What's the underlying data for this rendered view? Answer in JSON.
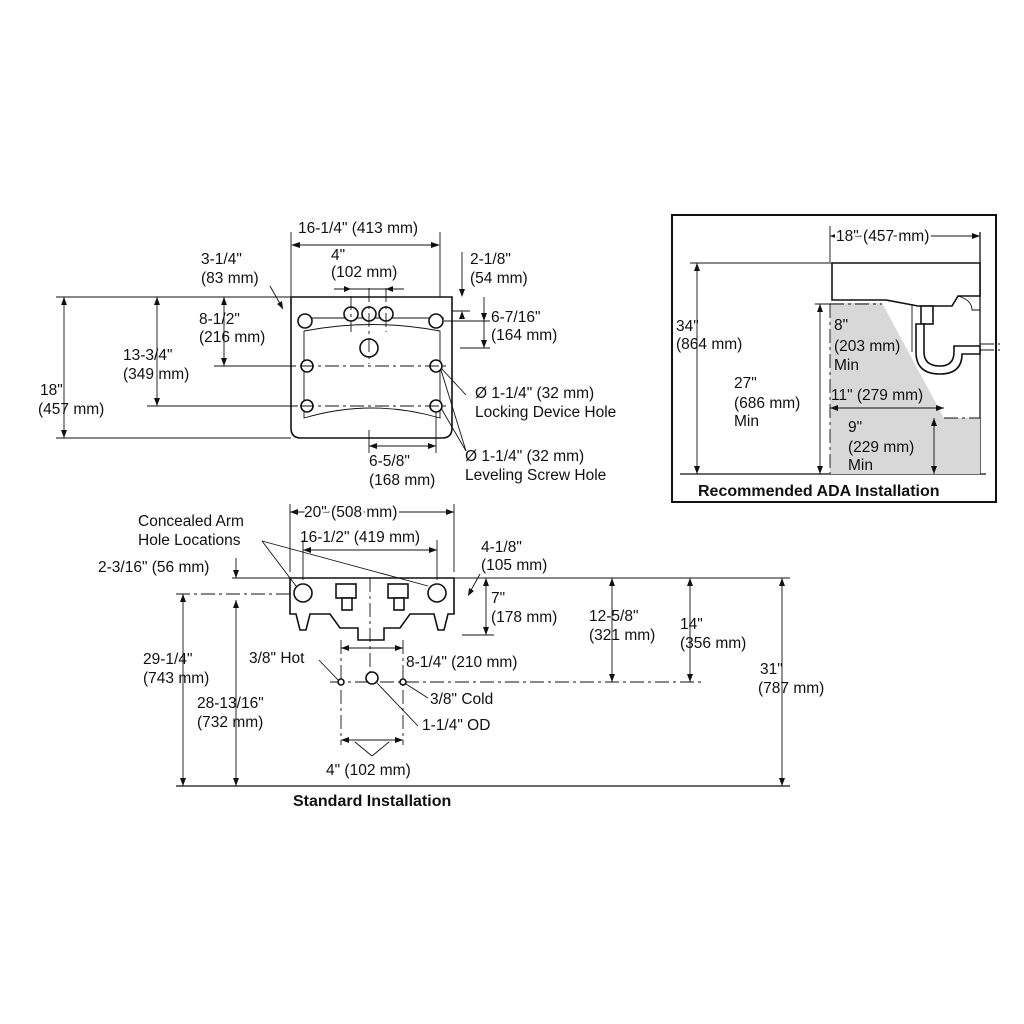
{
  "top_view": {
    "overall_width": "16-1/4\" (413 mm)",
    "faucet_spacing_in": "4\"",
    "faucet_spacing_mm": "(102 mm)",
    "left_offset_in": "3-1/4\"",
    "left_offset_mm": "(83 mm)",
    "back_offset_in": "2-1/8\"",
    "back_offset_mm": "(54 mm)",
    "drain_from_back_in": "8-1/2\"",
    "drain_from_back_mm": "(216 mm)",
    "side_hole_depth_in": "6-7/16\"",
    "side_hole_depth_mm": "(164 mm)",
    "hole_span_in": "13-3/4\"",
    "hole_span_mm": "(349 mm)",
    "overall_depth_in": "18\"",
    "overall_depth_mm": "(457 mm)",
    "locking_hole_size": "Ø 1-1/4\" (32 mm)",
    "locking_hole_label": "Locking Device Hole",
    "leveling_hole_size": "Ø 1-1/4\" (32 mm)",
    "leveling_hole_label": "Leveling Screw Hole",
    "drain_offset_in": "6-5/8\"",
    "drain_offset_mm": "(168 mm)"
  },
  "ada": {
    "title": "Recommended ADA Installation",
    "depth": "18\" (457 mm)",
    "height_in": "34\"",
    "height_mm": "(864 mm)",
    "knee_in": "27\"",
    "knee_mm": "(686 mm)",
    "knee_min": "Min",
    "toe_in": "8\"",
    "toe_mm": "(203 mm)",
    "toe_min": "Min",
    "knee_depth": "11\" (279 mm)",
    "toe_h_in": "9\"",
    "toe_h_mm": "(229 mm)",
    "toe_h_min": "Min"
  },
  "standard": {
    "title": "Standard Installation",
    "arm_label_1": "Concealed Arm",
    "arm_label_2": "Hole Locations",
    "width_20": "20\" (508 mm)",
    "width_16": "16-1/2\" (419 mm)",
    "top_offset": "2-3/16\" (56 mm)",
    "right_offset_in": "4-1/8\"",
    "right_offset_mm": "(105 mm)",
    "bowl_height_in": "7\"",
    "bowl_height_mm": "(178 mm)",
    "supply_drop_in": "12-5/8\"",
    "supply_drop_mm": "(321 mm)",
    "drain_drop_in": "14\"",
    "drain_drop_mm": "(356 mm)",
    "rim_height_in": "31\"",
    "rim_height_mm": "(787 mm)",
    "left_h1_in": "29-1/4\"",
    "left_h1_mm": "(743 mm)",
    "left_h2_in": "28-13/16\"",
    "left_h2_mm": "(732 mm)",
    "hot": "3/8\" Hot",
    "cold": "3/8\" Cold",
    "drain_od": "1-1/4\" OD",
    "drain_width": "8-1/4\" (210 mm)",
    "supply_spacing": "4\" (102 mm)"
  }
}
